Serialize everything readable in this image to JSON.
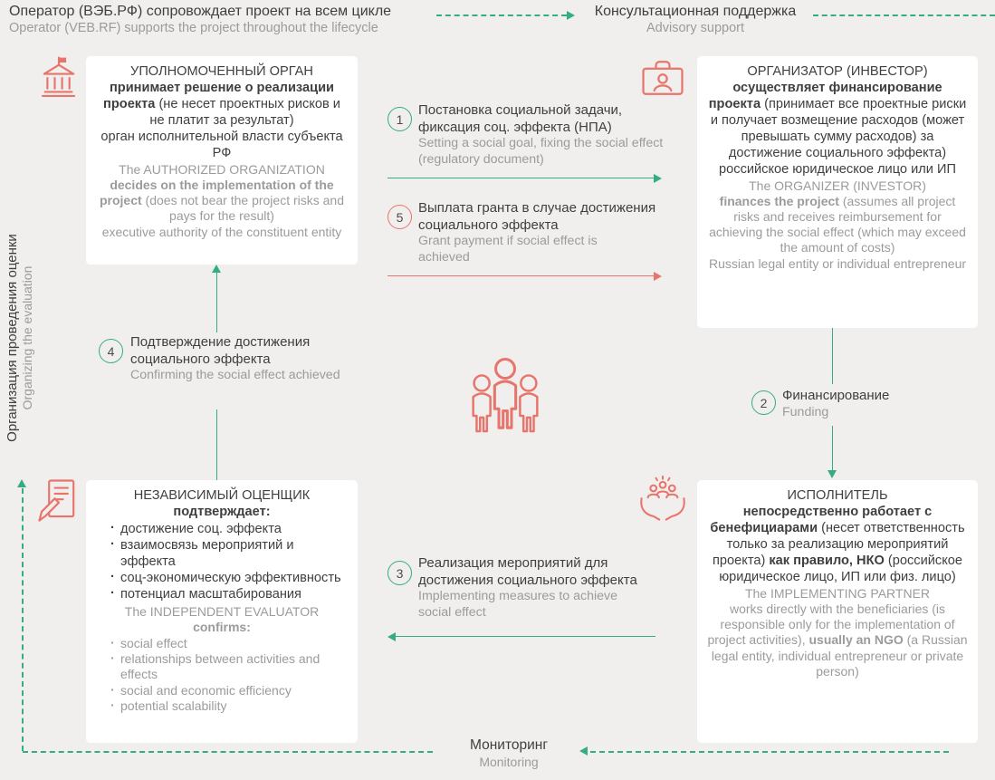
{
  "colors": {
    "green": "#34ad82",
    "salmon": "#e8756c",
    "dark_text": "#3f3f3f",
    "gray_text": "#9b9b9b",
    "background": "#f0efed",
    "card": "#ffffff"
  },
  "icons": {
    "authorized": "government-building-icon",
    "organizer": "briefcase-person-icon",
    "evaluator": "pen-document-icon",
    "implementer": "hands-people-icon",
    "center": "people-group-icon"
  },
  "header": {
    "operator_ru": "Оператор (ВЭБ.РФ) сопровождает проект на всем цикле",
    "operator_en": "Operator (VEB.RF) supports the project throughout the lifecycle",
    "advisory_ru": "Консультационная поддержка",
    "advisory_en": "Advisory support"
  },
  "side_label": {
    "ru": "Организация проведения оценки",
    "en": "Organizing the evaluation"
  },
  "footer": {
    "monitoring_ru": "Мониторинг",
    "monitoring_en": "Monitoring"
  },
  "boxes": {
    "authorized": {
      "title_ru": "УПОЛНОМОЧЕННЫЙ ОРГАН",
      "bold_ru": "принимает решение о реализации проекта",
      "note_ru": "(не несет проектных рисков и не платит за результат)",
      "sub_ru": "орган исполнительной власти субъекта РФ",
      "title_en": "The AUTHORIZED ORGANIZATION",
      "bold_en": "decides on the implementation of the project",
      "note_en": "(does not bear the project risks and pays for the result)",
      "sub_en": "executive authority of the constituent entity"
    },
    "organizer": {
      "title_ru": "ОРГАНИЗАТОР (ИНВЕСТОР)",
      "bold_ru": "осуществляет финансирование проекта",
      "note_ru": "(принимает все проектные риски и получает возмещение расходов (может превышать сумму расходов) за достижение социального эффекта)",
      "sub_ru": "российское юридическое лицо или ИП",
      "title_en": "The ORGANIZER (INVESTOR)",
      "bold_en": "finances the project",
      "note_en": "(assumes all project risks and receives reimbursement for achieving the social effect (which may exceed the amount of costs)",
      "sub_en": "Russian legal entity or individual entrepreneur"
    },
    "evaluator": {
      "title_ru": "НЕЗАВИСИМЫЙ ОЦЕНЩИК",
      "bold_ru": "подтверждает:",
      "bullets_ru": [
        "достижение соц. эффекта",
        "взаимосвязь мероприятий и эффекта",
        "соц-экономическую эффективность",
        "потенциал масштабирования"
      ],
      "title_en": "The INDEPENDENT EVALUATOR",
      "bold_en": "confirms:",
      "bullets_en": [
        "social effect",
        "relationships between activities and effects",
        "social and economic efficiency",
        "potential scalability"
      ]
    },
    "implementer": {
      "title_ru": "ИСПОЛНИТЕЛЬ",
      "bold_ru": "непосредственно работает с бенефициарами",
      "note_ru": "(несет ответственность только за реализацию мероприятий проекта)",
      "bold2_ru": "как правило, НКО",
      "note2_ru": "(российское юридическое лицо, ИП или физ. лицо)",
      "title_en": "The IMPLEMENTING PARTNER",
      "text_en": "works directly with the beneficiaries (is responsible only for the implementation of project activities),",
      "bold_en": "usually an NGO",
      "note_en": "(a Russian legal entity, individual entrepreneur or private person)"
    }
  },
  "steps": {
    "s1": {
      "num": "1",
      "ru": "Постановка социальной задачи, фиксация соц. эффекта (НПА)",
      "en": "Setting a social goal, fixing the social effect (regulatory document)"
    },
    "s2": {
      "num": "2",
      "ru": "Финансирование",
      "en": "Funding"
    },
    "s3": {
      "num": "3",
      "ru": "Реализация мероприятий для достижения социального эффекта",
      "en": "Implementing measures to achieve social effect"
    },
    "s4": {
      "num": "4",
      "ru": "Подтверждение достижения социального эффекта",
      "en": "Confirming the social effect achieved"
    },
    "s5": {
      "num": "5",
      "ru": "Выплата гранта в случае достижения социального эффекта",
      "en": "Grant payment if social effect is achieved"
    }
  }
}
